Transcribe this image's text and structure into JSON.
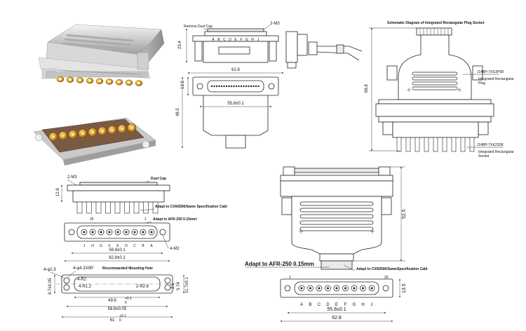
{
  "photo_top": {
    "pins": 9
  },
  "photo_bottom": {
    "pins": 9
  },
  "top_view": {
    "label_remove_dust_cap": "Remove Dust Cap",
    "label_2m3": "2-M3",
    "pin_letters": [
      "A",
      "B",
      "C",
      "D",
      "E",
      "F",
      "G",
      "H",
      "J"
    ],
    "dim_height": "23.4",
    "dim_width": "62.8",
    "dim_flange": "13.5",
    "dim_center": "55.8±0.1",
    "dim_total_height": "48.5"
  },
  "schematic": {
    "title": "Schematic Diagram of Integrated Rectangular Plug Socket",
    "dim_height": "68.8",
    "plug_part": "J14BP-7XG2P58",
    "plug_caption": "Integrated Rectangular\nPlug",
    "socket_part": "J14BP-7XK2S58",
    "socket_caption": "Integrated Rectangular\nSocket"
  },
  "socket_view": {
    "label_2m3": "2-M3",
    "dim_height": "12.8",
    "label_dust_cap": "Dust Cap",
    "label_adapt_cxn": "Adapt to CXN3506/Same Specification Cabl",
    "label_adapt_afr": "Adapt to AFR-250 0.15mm²",
    "pin_number_25": "25",
    "pin_number_1": "1",
    "pin_letters_reversed": [
      "J",
      "H",
      "G",
      "F",
      "E",
      "D",
      "C",
      "B",
      "A"
    ],
    "label_4m2": "4-M2",
    "dim_center": "58.8±0.1",
    "dim_width": "62.8±0.1"
  },
  "mounting": {
    "title": "Recommanded Mounting Hole",
    "label_4phi23": "4-φ2.3",
    "label_4phi43": "4-φ4.3X90°",
    "label_4r2": "4-R2",
    "label_4r12": "4-R1.2",
    "label_2r26": "2-R2.6",
    "dim_975": "9.7±0.05",
    "dim_25": "2.5",
    "dim_574": "5.74",
    "dim_117": "11.7±0.1",
    "dim_496": "49.6",
    "dim_496_tol": "+0.1\n0",
    "dim_588": "58.8±0.05",
    "dim_61": "61",
    "dim_61_tol": "+0.1\n0"
  },
  "plug_view": {
    "pin_letters": [
      "A",
      "B",
      "C",
      "D",
      "E",
      "F",
      "G",
      "H",
      "J"
    ],
    "dim_height": "52.5",
    "label_adapt_afr": "Adapt to AFR-250 0.15mm",
    "label_adapt_cxn": "Adapt to CXN3506/SameSpecification Cabl",
    "pin_number_1": "1",
    "pin_number_25": "25",
    "dim_flange": "13.5",
    "dim_center": "55.8±0.1",
    "dim_width": "62.8"
  }
}
